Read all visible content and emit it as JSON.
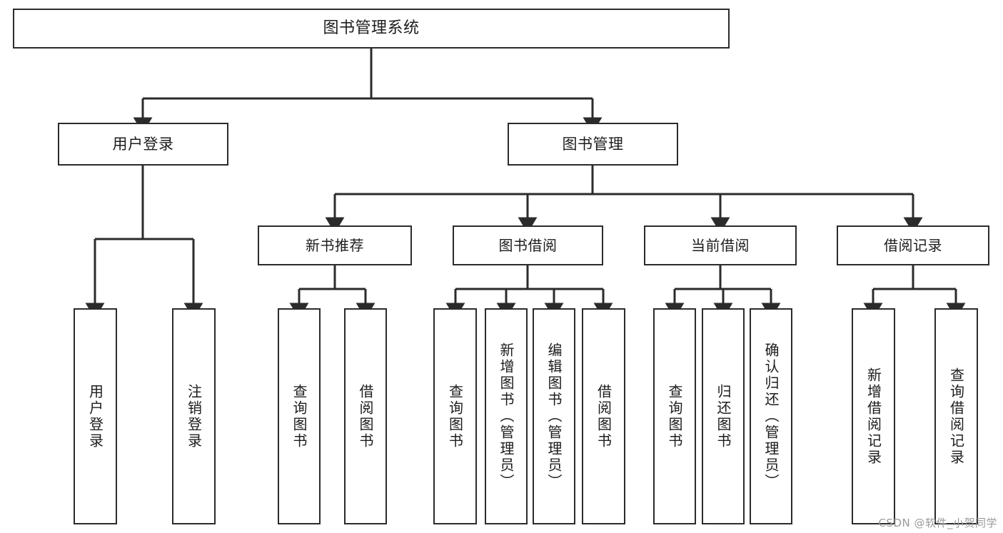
{
  "diagram": {
    "title": "图书管理系统",
    "type": "功能结构图",
    "watermark": "CSDN @软件_小贺同学",
    "colors": {
      "box_border": "#2b2b2b",
      "box_fill": "#ffffff",
      "connector": "#2b2b2b",
      "background": "#ffffff",
      "watermark_text": "#9a9a9a"
    },
    "root": {
      "id": "root",
      "label": "图书管理系统"
    },
    "level1": [
      {
        "id": "user-login",
        "label": "用户登录"
      },
      {
        "id": "book-manage",
        "label": "图书管理"
      }
    ],
    "level2": [
      {
        "id": "new-book-recommend",
        "label": "新书推荐",
        "parent": "book-manage"
      },
      {
        "id": "book-borrow",
        "label": "图书借阅",
        "parent": "book-manage"
      },
      {
        "id": "current-borrow",
        "label": "当前借阅",
        "parent": "book-manage"
      },
      {
        "id": "borrow-record",
        "label": "借阅记录",
        "parent": "book-manage"
      }
    ],
    "leaves": [
      {
        "id": "leaf-user-login",
        "label": "用户登录",
        "parent": "user-login"
      },
      {
        "id": "leaf-logout-login",
        "label": "注销登录",
        "parent": "user-login"
      },
      {
        "id": "leaf-query-book-1",
        "label": "查询图书",
        "parent": "new-book-recommend"
      },
      {
        "id": "leaf-borrow-book-1",
        "label": "借阅图书",
        "parent": "new-book-recommend"
      },
      {
        "id": "leaf-query-book-2",
        "label": "查询图书",
        "parent": "book-borrow"
      },
      {
        "id": "leaf-add-book",
        "label": "新增图书（管理员）",
        "parent": "book-borrow"
      },
      {
        "id": "leaf-edit-book",
        "label": "编辑图书（管理员）",
        "parent": "book-borrow"
      },
      {
        "id": "leaf-borrow-book-2",
        "label": "借阅图书",
        "parent": "book-borrow"
      },
      {
        "id": "leaf-query-book-3",
        "label": "查询图书",
        "parent": "current-borrow"
      },
      {
        "id": "leaf-return-book",
        "label": "归还图书",
        "parent": "current-borrow"
      },
      {
        "id": "leaf-confirm-return",
        "label": "确认归还（管理员）",
        "parent": "current-borrow"
      },
      {
        "id": "leaf-add-record",
        "label": "新增借阅记录",
        "parent": "borrow-record"
      },
      {
        "id": "leaf-query-record",
        "label": "查询借阅记录",
        "parent": "borrow-record"
      }
    ]
  }
}
